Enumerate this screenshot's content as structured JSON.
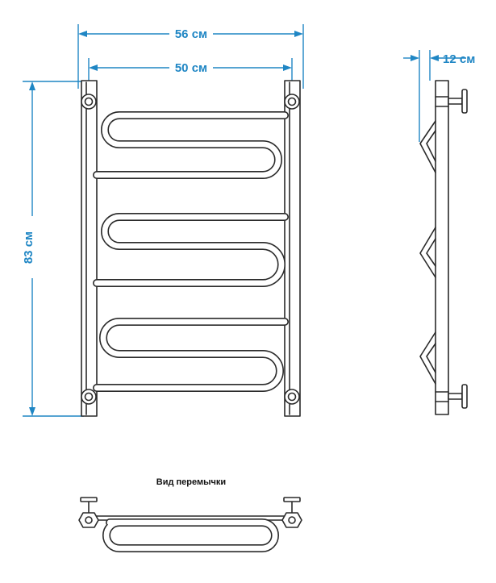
{
  "front_view": {
    "dim_outer_width": "56 см",
    "dim_inner_width": "50 см",
    "dim_height": "83 см"
  },
  "side_view": {
    "dim_depth": "12 см"
  },
  "bridge_view": {
    "caption": "Вид перемычки"
  },
  "colors": {
    "dimension": "#1f86c4",
    "line": "#2a2a2a",
    "background": "#ffffff"
  }
}
